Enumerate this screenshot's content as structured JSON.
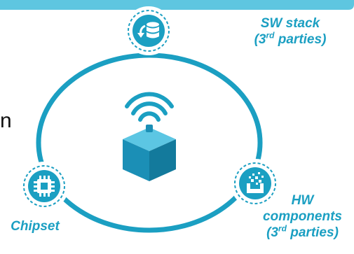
{
  "header_band": {
    "color": "#5ec6e0"
  },
  "colors": {
    "accent": "#1b9fc2",
    "cube_top": "#5cc6e3",
    "cube_front": "#1b8fb6",
    "cube_side": "#137a9c",
    "node_fill": "#1b9fc2",
    "ring": "#1b9fc2"
  },
  "nodes": {
    "sw_stack": {
      "icon": "database-refresh-icon",
      "label_line1": "SW stack",
      "label_line2_pre": "(3",
      "label_line2_sup": "rd",
      "label_line2_post": " parties)"
    },
    "hw_components": {
      "icon": "pixel-components-icon",
      "label_line1": "HW",
      "label_line2": "components",
      "label_line3_pre": "(3",
      "label_line3_sup": "rd",
      "label_line3_post": " parties)"
    },
    "chipset": {
      "icon": "chip-icon",
      "label": "Chipset"
    }
  },
  "center": {
    "icon": "connected-device-cube-icon",
    "signal_icon": "wifi-signal-icon"
  },
  "left_partial_text": "n"
}
